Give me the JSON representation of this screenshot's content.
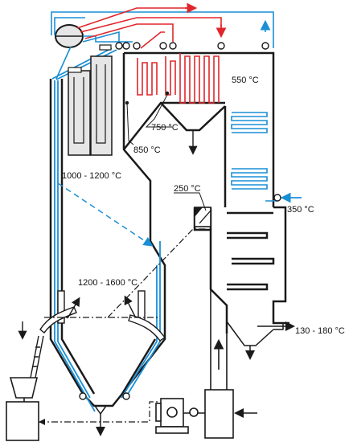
{
  "colors": {
    "outline": "#1a1a1a",
    "water": "#1a8fd6",
    "steam": "#e0262b",
    "panel": "#e6e6e6"
  },
  "labels": {
    "superheat_outlet": "550 °C",
    "furnace_top": "1000 - 1200 °C",
    "furnace_mid": "1200 - 1600 °C",
    "screen_zone": "850 °C",
    "convective_zone": "750 °C",
    "economizer_inlet": "250 °C",
    "economizer_feed": "350 °C",
    "flue_exit": "130 - 180 °C"
  }
}
